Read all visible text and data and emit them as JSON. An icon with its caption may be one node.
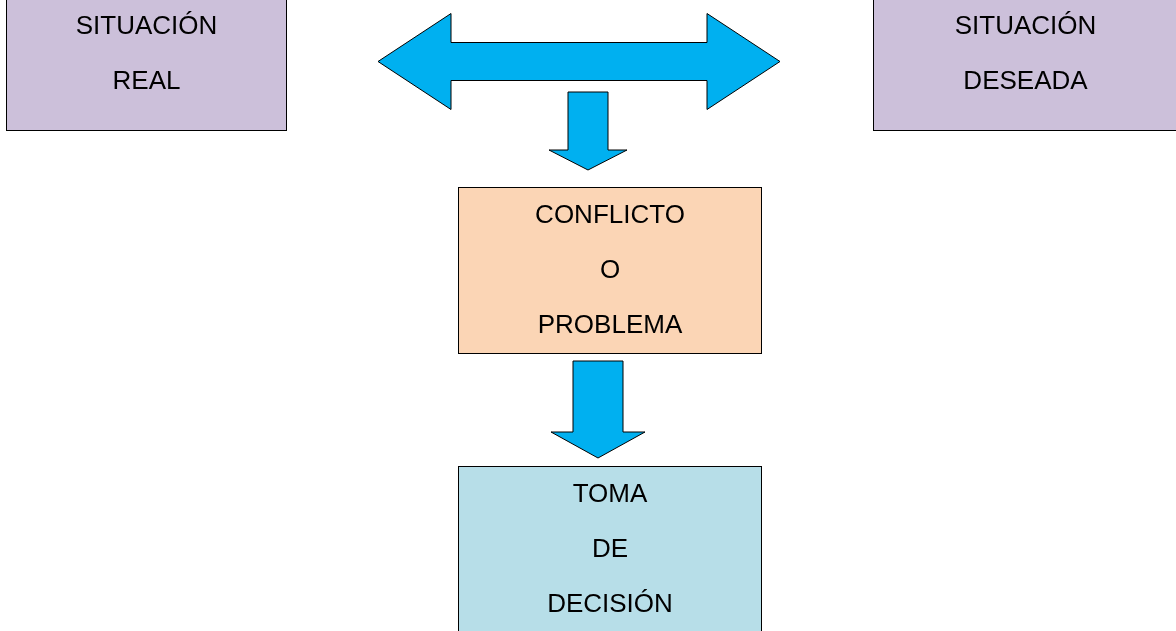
{
  "diagram": {
    "nodes": [
      {
        "text": [
          "SITUACIÓN REAL"
        ]
      },
      {
        "text": [
          "SITUACIÓN DESEADA"
        ]
      },
      {
        "text": [
          "CONFLICTO O PROBLEMA"
        ]
      },
      {
        "text": [
          "TOMA DE DECISIÓN"
        ]
      }
    ],
    "edges": [
      {
        "from": 0,
        "to": 1,
        "arrow": "both",
        "style": "thick"
      },
      {
        "from": null,
        "to": 2,
        "arrow": "to",
        "style": "thick"
      },
      {
        "from": 2,
        "to": 3,
        "arrow": "to",
        "style": "thick"
      }
    ]
  }
}
